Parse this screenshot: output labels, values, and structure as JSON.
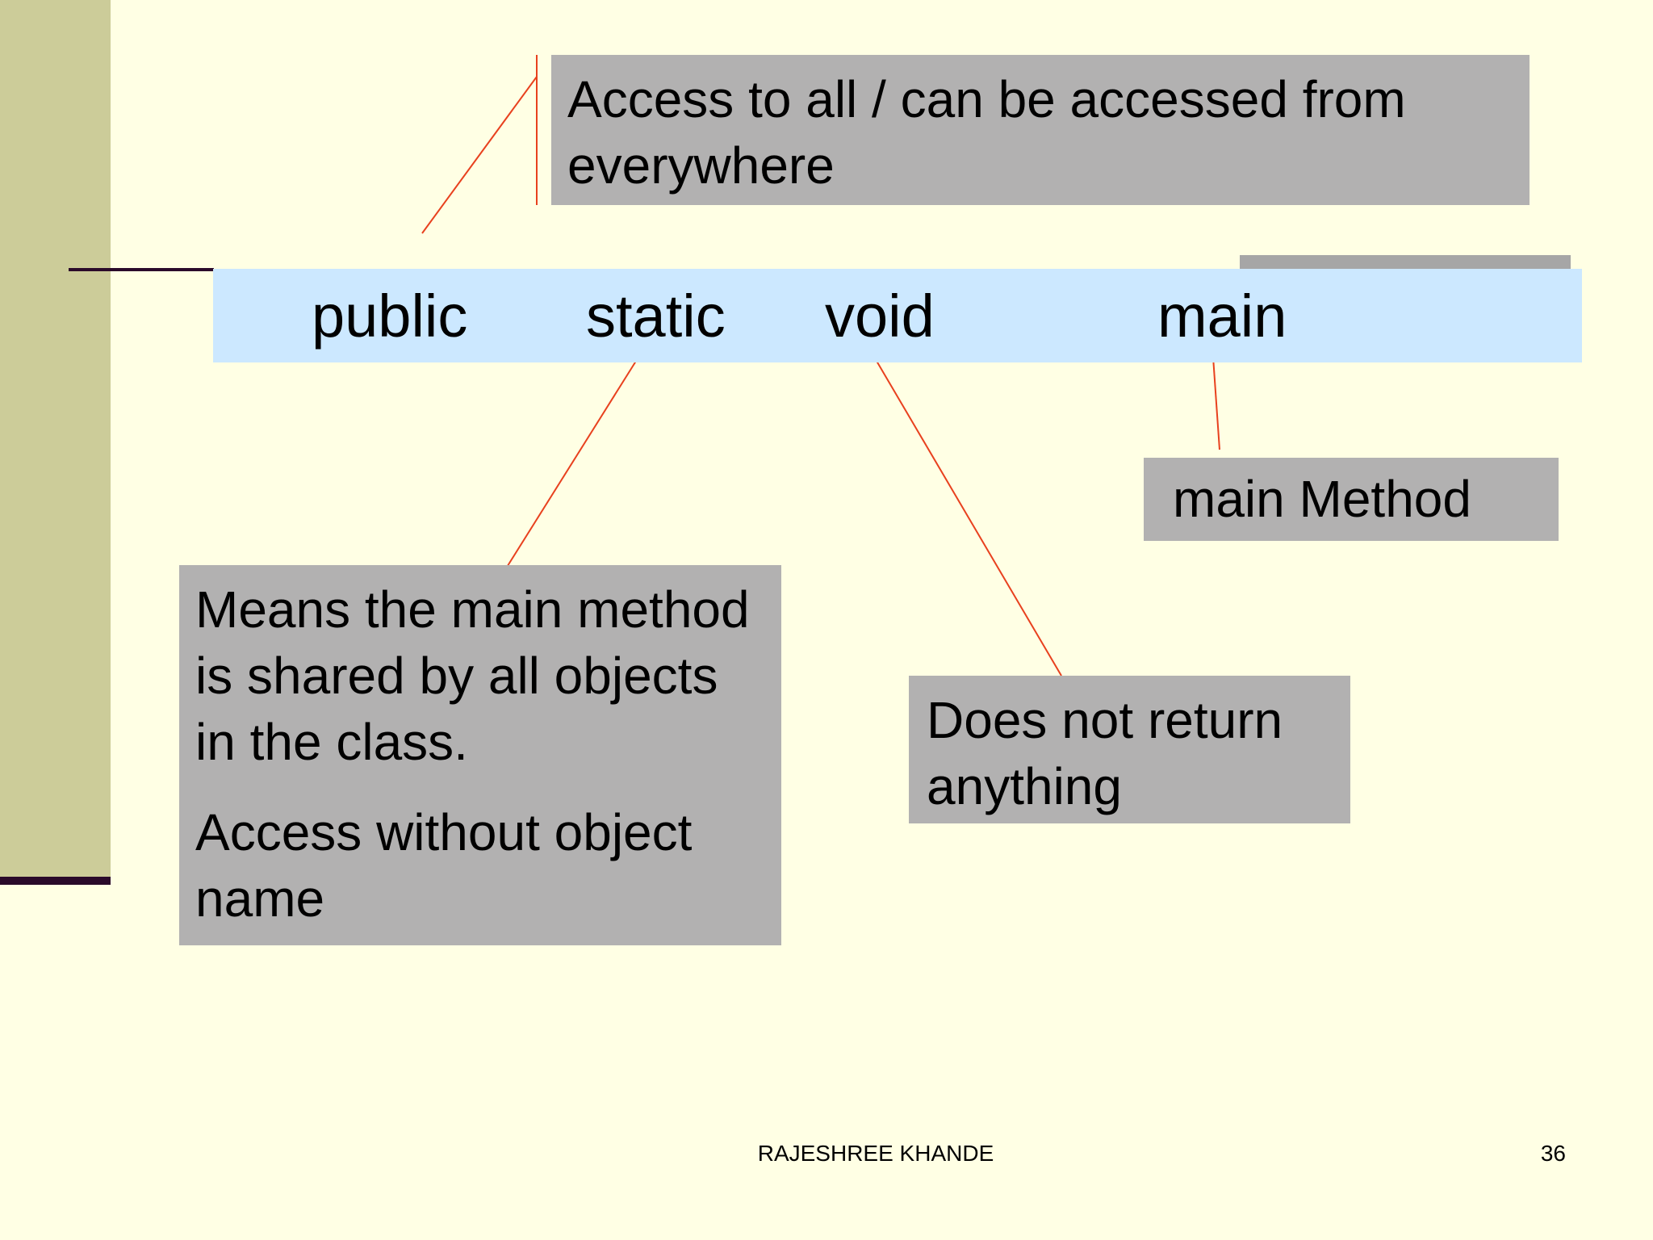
{
  "slide": {
    "keywords": {
      "public": "public",
      "static": "static",
      "void": "void",
      "main": "main"
    },
    "callouts": {
      "public": "Access to all / can be accessed from everywhere",
      "static_line1": "Means the  main method is shared by all objects in the class.",
      "static_line2": "Access without object name",
      "void": "Does not return anything",
      "main": "main Method"
    },
    "footer": {
      "author": "RAJESHREE KHANDE",
      "page_number": "36"
    }
  },
  "colors": {
    "background": "#FFFFE4",
    "left_bar": "#CCCC99",
    "dark_rule": "#2A0A2A",
    "keyword_band": "#CCE8FF",
    "callout_box": "#B2B1B1",
    "connector": "#E8411E"
  }
}
